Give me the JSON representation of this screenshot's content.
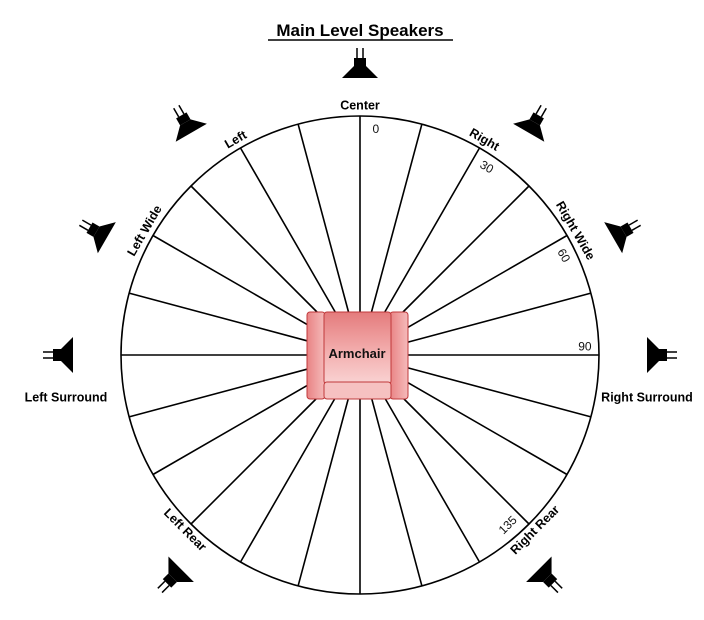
{
  "title": "Main Level Speakers",
  "seat_label": "Armchair",
  "colors": {
    "ring": "#000000",
    "chair_fill_light": "#f6c1c1",
    "chair_fill_dark": "#e47b7c",
    "chair_stroke": "#c0393b",
    "speaker": "#000000"
  },
  "speakers": [
    {
      "id": "center",
      "label": "Center",
      "angle": 0,
      "icon": "speaker-icon"
    },
    {
      "id": "right",
      "label": "Right",
      "angle": 30,
      "icon": "speaker-icon"
    },
    {
      "id": "left",
      "label": "Left",
      "angle": -30,
      "icon": "speaker-icon"
    },
    {
      "id": "right-wide",
      "label": "Right Wide",
      "angle": 60,
      "icon": "speaker-icon"
    },
    {
      "id": "left-wide",
      "label": "Left Wide",
      "angle": -60,
      "icon": "speaker-icon"
    },
    {
      "id": "right-surround",
      "label": "Right Surround",
      "angle": 90,
      "icon": "speaker-icon"
    },
    {
      "id": "left-surround",
      "label": "Left Surround",
      "angle": -90,
      "icon": "speaker-icon"
    },
    {
      "id": "right-rear",
      "label": "Right Rear",
      "angle": 135,
      "icon": "speaker-icon"
    },
    {
      "id": "left-rear",
      "label": "Left Rear",
      "angle": -135,
      "icon": "speaker-icon"
    }
  ],
  "degree_markers": [
    {
      "label": "0",
      "angle": 0
    },
    {
      "label": "30",
      "angle": 30
    },
    {
      "label": "60",
      "angle": 60
    },
    {
      "label": "90",
      "angle": 90
    },
    {
      "label": "135",
      "angle": 135
    }
  ],
  "spoke_step_degrees": 15
}
